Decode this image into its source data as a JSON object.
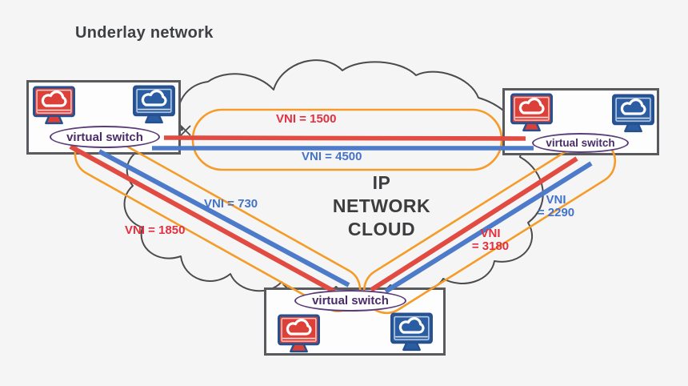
{
  "title": "Underlay network",
  "cloud": {
    "label_line1": "IP",
    "label_line2": "NETWORK",
    "label_line3": "CLOUD"
  },
  "switches": {
    "top_left": {
      "label": "virtual switch"
    },
    "top_right": {
      "label": "virtual switch"
    },
    "bottom": {
      "label": "virtual switch"
    }
  },
  "tunnels": {
    "top_red": {
      "label": "VNI = 1500",
      "color": "#e14b41"
    },
    "top_blue": {
      "label": "VNI = 4500",
      "color": "#4d7ac9"
    },
    "left_blue": {
      "label": "VNI = 730",
      "color": "#4d7ac9"
    },
    "left_red": {
      "label": "VNI = 1850",
      "color": "#e14b41"
    },
    "right_blue": {
      "label_line1": "VNI",
      "label_line2": "= 2290",
      "color": "#4d7ac9"
    },
    "right_red": {
      "label_line1": "VNI",
      "label_line2": "= 3180",
      "color": "#e14b41"
    }
  },
  "colors": {
    "background": "#f5f5f6",
    "red_tunnel": "#e14b41",
    "blue_tunnel": "#4d7ac9",
    "orange_group": "#f59b28",
    "purple_switch": "#5b3c78",
    "node_border": "#595a5e",
    "cloud_outline": "#4b4b4d",
    "monitor_red": "#dd4038",
    "monitor_blue": "#2a5da2",
    "monitor_frame": "#27508f",
    "text_dark": "#3f4044"
  },
  "icons": {
    "red_host": "monitor-with-cloud-red",
    "blue_host": "monitor-with-cloud-blue"
  }
}
